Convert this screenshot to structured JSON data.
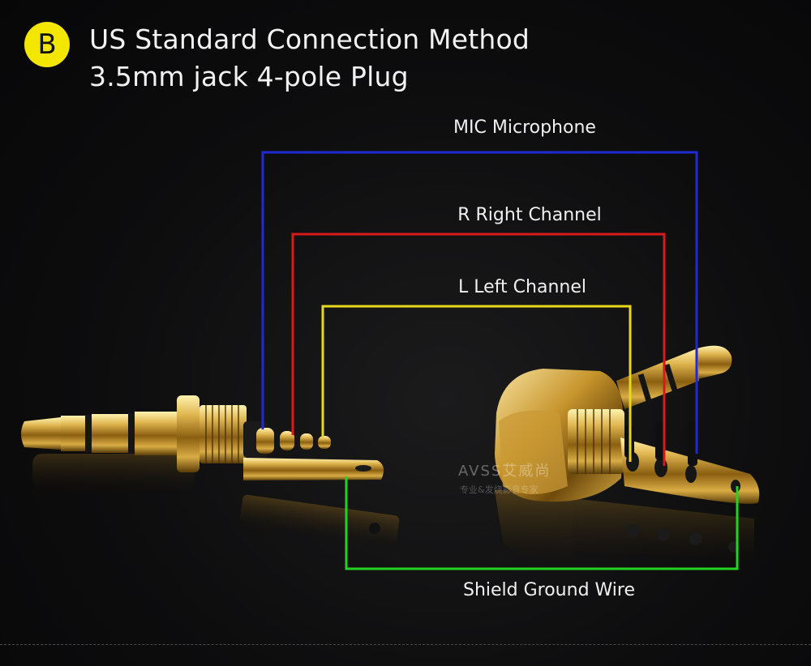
{
  "badge": {
    "letter": "B",
    "color": "#f3e600"
  },
  "title": {
    "line1": "US Standard Connection Method",
    "line2": "3.5mm jack 4-pole Plug"
  },
  "wires": {
    "mic": {
      "label": "MIC Microphone",
      "color": "#1f2bd0"
    },
    "right": {
      "label": "R Right Channel",
      "color": "#d81a1a"
    },
    "left": {
      "label": "L Left Channel",
      "color": "#e8d81c"
    },
    "ground": {
      "label": "Shield Ground Wire",
      "color": "#22d41e"
    }
  },
  "watermark": {
    "brand": "AVSS艾威尚",
    "tagline": "专业&发烧影音专家"
  }
}
